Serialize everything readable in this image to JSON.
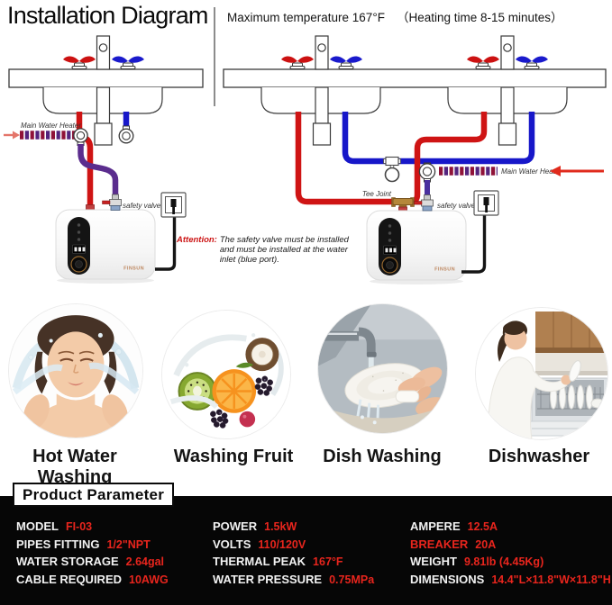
{
  "header": {
    "title": "Installation Diagram",
    "max_temp": "Maximum temperature 167°F",
    "heating_time": "（Heating time 8-15 minutes）"
  },
  "diagram_left": {
    "main_water_heater_label": "Main Water Heater",
    "safety_valve_label": "safety valve"
  },
  "diagram_right": {
    "tee_joint_label": "Tee Joint",
    "safety_valve_label": "safety valve",
    "main_water_heater_label": "Main Water Heater"
  },
  "attention": {
    "label_colon": "Attention:",
    "line1": "The safety valve must be installed",
    "line2": "and must be installed at the water",
    "line3": "inlet (blue port)."
  },
  "brand_logo": "FINSUN",
  "use_cases": [
    {
      "label": "Hot Water Washing"
    },
    {
      "label": "Washing Fruit"
    },
    {
      "label": "Dish Washing"
    },
    {
      "label": "Dishwasher"
    }
  ],
  "parameters": {
    "section_title": "Product Parameter",
    "columns": [
      [
        {
          "label": "MODEL",
          "value": "FI-03"
        },
        {
          "label": "PIPES FITTING",
          "value": "1/2\"NPT"
        },
        {
          "label": "WATER STORAGE",
          "value": "2.64gal"
        },
        {
          "label": "CABLE REQUIRED",
          "value": "10AWG"
        }
      ],
      [
        {
          "label": "POWER",
          "value": "1.5kW"
        },
        {
          "label": "VOLTS",
          "value": "110/120V"
        },
        {
          "label": "THERMAL PEAK",
          "value": "167°F"
        },
        {
          "label": "WATER PRESSURE",
          "value": "0.75MPa"
        }
      ],
      [
        {
          "label": "AMPERE",
          "value": "12.5A"
        },
        {
          "label": "BREAKER",
          "value": "20A"
        },
        {
          "label": "WEIGHT",
          "value": "9.81lb (4.45Kg)"
        },
        {
          "label": "DIMENSIONS",
          "value": "14.4\"L×11.8\"W×11.8\"H"
        }
      ]
    ]
  },
  "colors": {
    "hot_pipe": "#cf1414",
    "cold_pipe": "#1717c9",
    "mixed_pipe_purple": "#5b2d8e",
    "accent_red": "#e8251d",
    "panel_bg": "#060606"
  }
}
